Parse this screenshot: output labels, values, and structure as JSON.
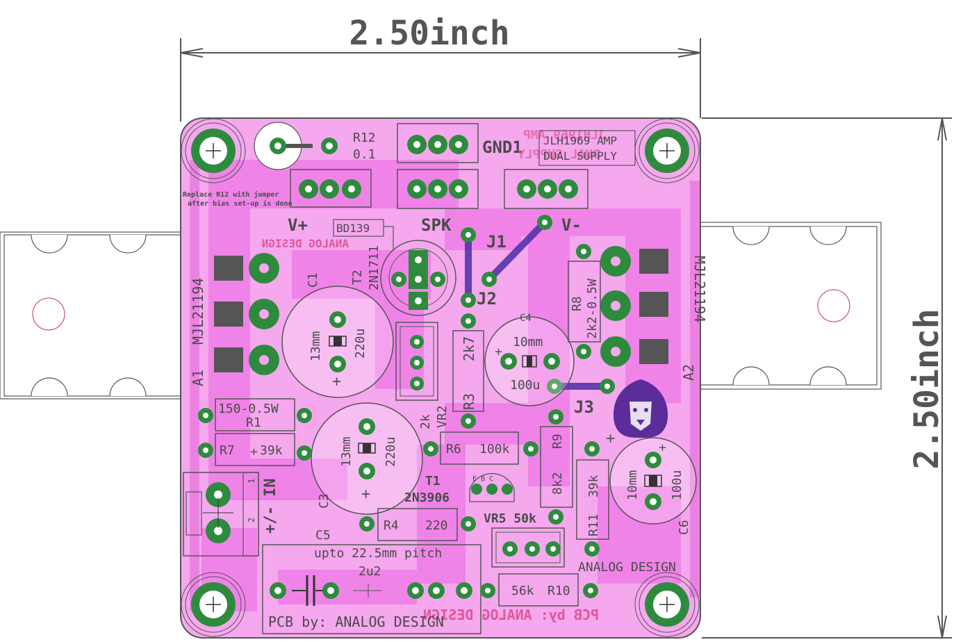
{
  "dimensions": {
    "width_label": "2.50inch",
    "height_label": "2.50inch"
  },
  "colors": {
    "board": "#f5a8ee",
    "copper": "#f083e8",
    "pad": "#2e8b3e",
    "outline": "#555555",
    "silk": "#4a4a4a",
    "back_silk": "#e0569a",
    "jumper": "#4b2fa8"
  },
  "labels": {
    "r12_ref": "R12",
    "r12_val": "0.1",
    "note_line1": "Replace R12 with jumper",
    "note_line2": "after bias set-up is done",
    "gnd1": "GND1",
    "title1": "JLH1969 AMP",
    "title2": "DUAL SUPPLY",
    "back_title1": "JLH1969 AMP",
    "back_title2": "DUAL SUPPLY",
    "vplus": "V+",
    "spk": "SPK",
    "vminus": "V-",
    "bd139": "BD139",
    "t2_ref": "T2",
    "t2_val": "2N1711",
    "j1": "J1",
    "j2": "J2",
    "j3": "J3",
    "back_design": "ANALOG DESIGN",
    "mjl_left": "MJL21194",
    "a1": "A1",
    "mjl_right": "MJL21194",
    "a2": "A2",
    "c1_ref": "C1",
    "c1_size": "13mm",
    "c1_val": "220u",
    "c3_ref": "C3",
    "c3_size": "13mm",
    "c3_val": "220u",
    "c4_ref": "C4",
    "c4_size": "10mm",
    "c4_val": "100u",
    "c6_ref": "C6",
    "c6_size": "10mm",
    "c6_val": "100u",
    "r8_ref": "R8",
    "r8_val": "2k2-0.5W",
    "r3_ref": "R3",
    "r3_val": "2k7",
    "vr2_ref": "VR2",
    "vr2_val": "2k",
    "r1_val": "150-0.5W",
    "r1_ref": "R1",
    "r7_ref": "R7",
    "r7_val": "39k",
    "r6_ref": "R6",
    "r6_val": "100k",
    "r9_ref": "R9",
    "r9_val": "8k2",
    "r11_ref": "R11",
    "r11_val": "39k",
    "t1_ref": "T1",
    "t1_val": "2N3906",
    "t1_pins": "E B C",
    "r4_ref": "R4",
    "r4_val": "220",
    "vr5": "VR5 50k",
    "in_label": "+/- IN",
    "pin1": "1",
    "pin2": "2",
    "c5_ref": "C5",
    "c5_note": "upto 22.5mm pitch",
    "c5_val": "2u2",
    "r10_val": "56k",
    "r10_ref": "R10",
    "analog_design": "ANALOG DESIGN",
    "pcb_by": "PCB by: ANALOG DESIGN",
    "back_pcb_by": "PCB by: ANALOG DESIGN"
  }
}
